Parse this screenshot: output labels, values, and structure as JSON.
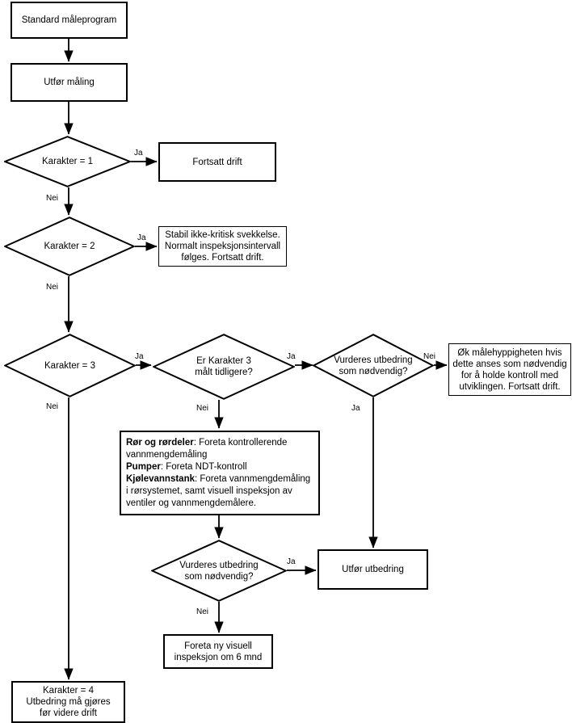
{
  "diagram": {
    "title": "Standard maleprogram flowchart",
    "language": "no",
    "stroke_color": "#000000",
    "fill_color": "#ffffff"
  },
  "nodes": {
    "start": {
      "label": "Standard måleprogram",
      "shape": "process"
    },
    "measure": {
      "label": "Utfør måling",
      "shape": "process"
    },
    "grade1": {
      "label": "Karakter = 1",
      "shape": "decision"
    },
    "continue1": {
      "label": "Fortsatt drift",
      "shape": "process"
    },
    "grade2": {
      "label": "Karakter = 2",
      "shape": "decision"
    },
    "stable_note": {
      "line1": "Stabil ikke-kritisk svekkelse.",
      "line2": "Normalt inspeksjonsintervall",
      "line3": "følges. Fortsatt drift.",
      "shape": "process"
    },
    "grade3": {
      "label": "Karakter = 3",
      "shape": "decision"
    },
    "measured_before": {
      "line1": "Er Karakter 3",
      "line2": "målt tidligere?",
      "shape": "decision"
    },
    "repair_needed_top": {
      "line1": "Vurderes utbedring",
      "line2": "som nødvendig?",
      "shape": "decision"
    },
    "increase_freq_note": {
      "line1": "Øk målehyppigheten hvis",
      "line2": "dette anses som nødvendig",
      "line3": "for å holde kontroll med",
      "line4": "utviklingen. Fortsatt drift.",
      "shape": "process"
    },
    "actions_note": {
      "bold1": "Rør og rørdeler",
      "text1": ": Foreta kontrollerende",
      "text1b": "vannmengdemåling",
      "bold2": "Pumper",
      "text2": ": Foreta NDT-kontroll",
      "bold3": "Kjølevannstank",
      "text3": ": Foreta vannmengdemåling",
      "text3b": "i rørsystemet, samt visuell inspeksjon av",
      "text3c": "ventiler og vannmengdemålere.",
      "shape": "process"
    },
    "repair_needed_bottom": {
      "line1": "Vurderes utbedring",
      "line2": "som nødvendig?",
      "shape": "decision"
    },
    "do_repair": {
      "label": "Utfør utbedring",
      "shape": "process"
    },
    "new_inspection": {
      "line1": "Foreta ny visuell",
      "line2": "inspeksjon om 6 mnd",
      "shape": "process"
    },
    "grade4": {
      "line1": "Karakter = 4",
      "line2": "Utbedring må gjøres",
      "line3": "før videre drift",
      "shape": "process"
    }
  },
  "edge_labels": {
    "grade1_yes": "Ja",
    "grade1_no": "Nei",
    "grade2_yes": "Ja",
    "grade2_no": "Nei",
    "grade3_yes": "Ja",
    "grade3_no": "Nei",
    "measured_before_yes": "Ja",
    "measured_before_no": "Nei",
    "repair_top_no": "Nei",
    "repair_top_yes": "Ja",
    "repair_bottom_yes": "Ja",
    "repair_bottom_no": "Nei"
  }
}
